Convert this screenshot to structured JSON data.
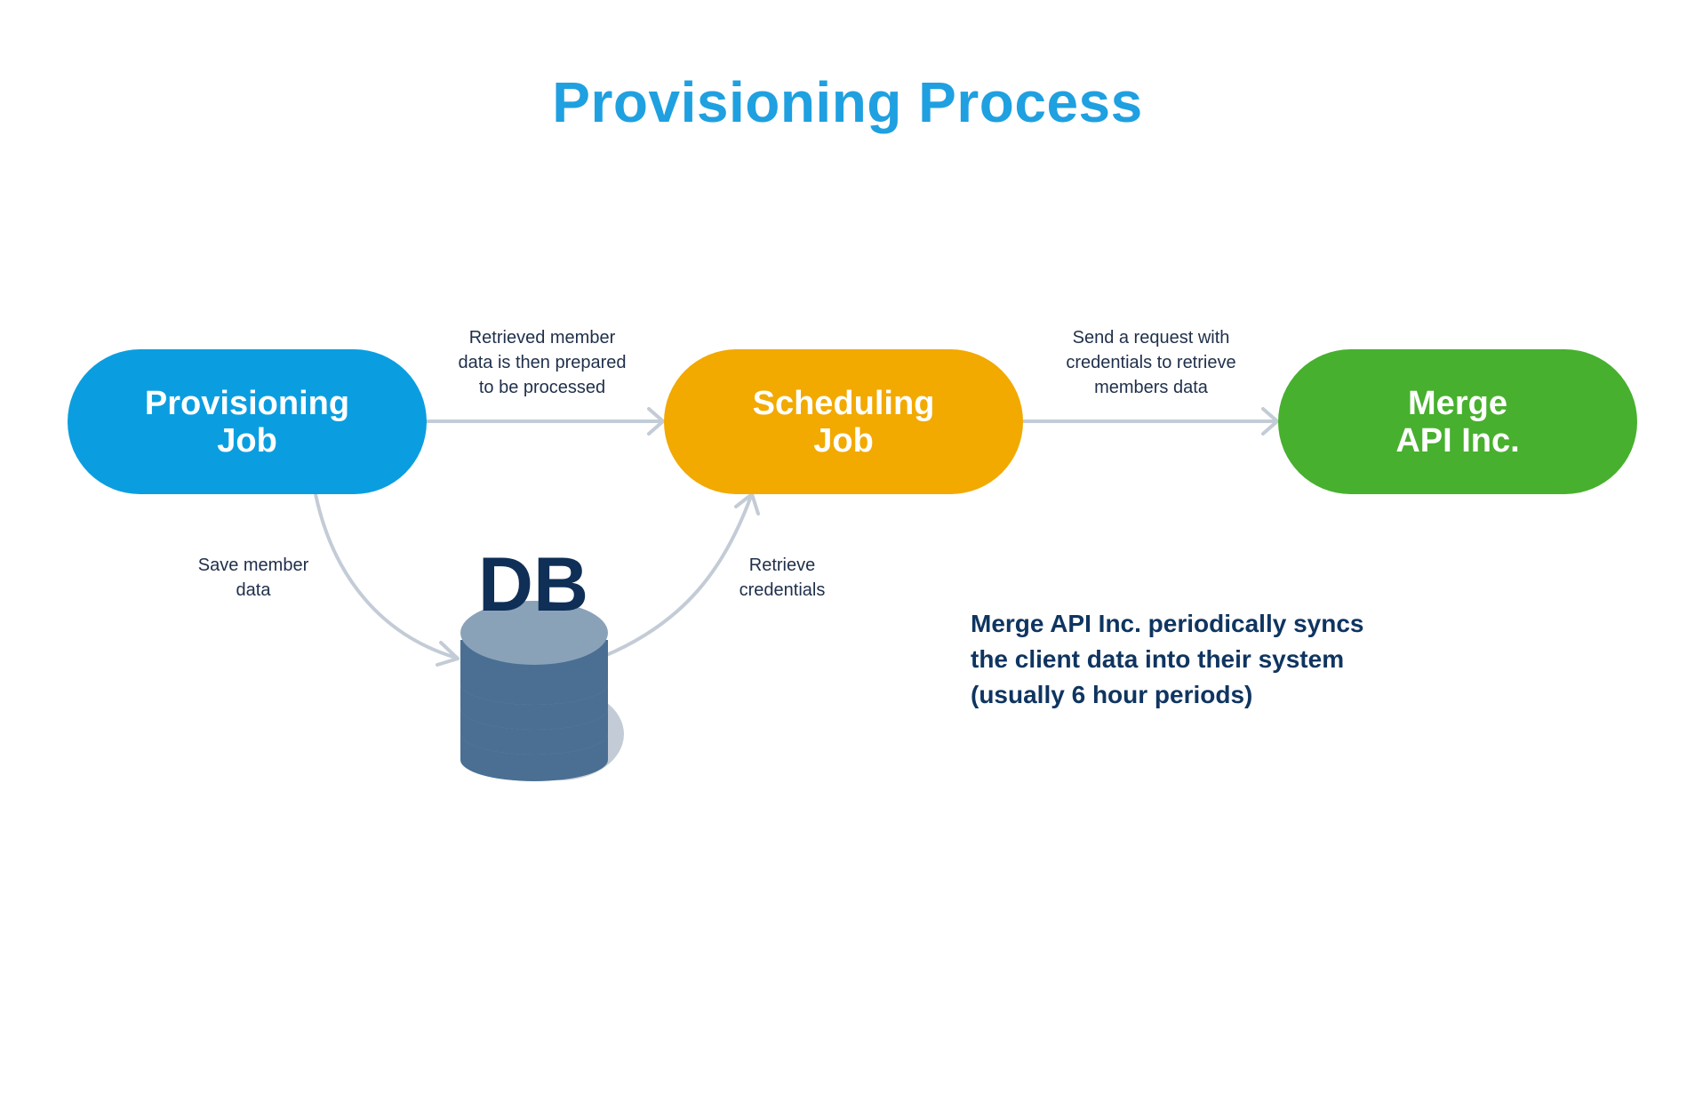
{
  "title": "Provisioning Process",
  "colors": {
    "title": "#1fa0e0",
    "provisioning_job": "#0a9ee0",
    "scheduling_job": "#f2a900",
    "merge_api": "#47b02e",
    "connector": "#c3ccd6",
    "db_body": "#4a6f93",
    "db_top": "#8aa2b8",
    "dark_text": "#0f3560"
  },
  "nodes": {
    "provisioning_job": "Provisioning\nJob",
    "scheduling_job": "Scheduling\nJob",
    "merge_api": "Merge\nAPI Inc."
  },
  "edges": {
    "provisioning_to_scheduling": "Retrieved member\ndata is then prepared\nto be processed",
    "scheduling_to_merge": "Send a request with\ncredentials to retrieve\nmembers data",
    "provisioning_to_db": "Save member\ndata",
    "db_to_scheduling": "Retrieve\ncredentials"
  },
  "database": {
    "label": "DB",
    "icon": "database-icon"
  },
  "note": "Merge API Inc. periodically syncs\nthe client data into their system\n(usually 6 hour periods)"
}
